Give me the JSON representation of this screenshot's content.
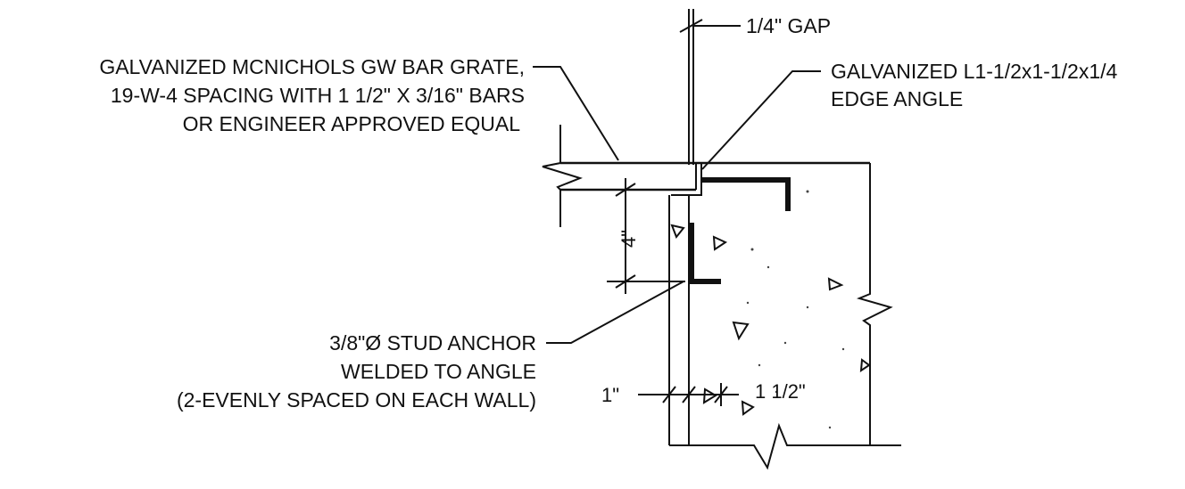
{
  "labels": {
    "gap": "1/4\" GAP",
    "grate": [
      "GALVANIZED MCNICHOLS GW BAR GRATE,",
      "19-W-4 SPACING WITH 1 1/2\" X 3/16\" BARS",
      "OR ENGINEER APPROVED EQUAL"
    ],
    "edge_angle": [
      "GALVANIZED L1-1/2x1-1/2x1/4",
      "EDGE ANGLE"
    ],
    "stud_anchor": [
      "3/8\"Ø STUD ANCHOR",
      "WELDED TO ANGLE",
      "(2-EVENLY SPACED ON EACH WALL)"
    ]
  },
  "dimensions": {
    "vertical": "4\"",
    "left_offset": "1\"",
    "right_offset": "1 1/2\""
  }
}
